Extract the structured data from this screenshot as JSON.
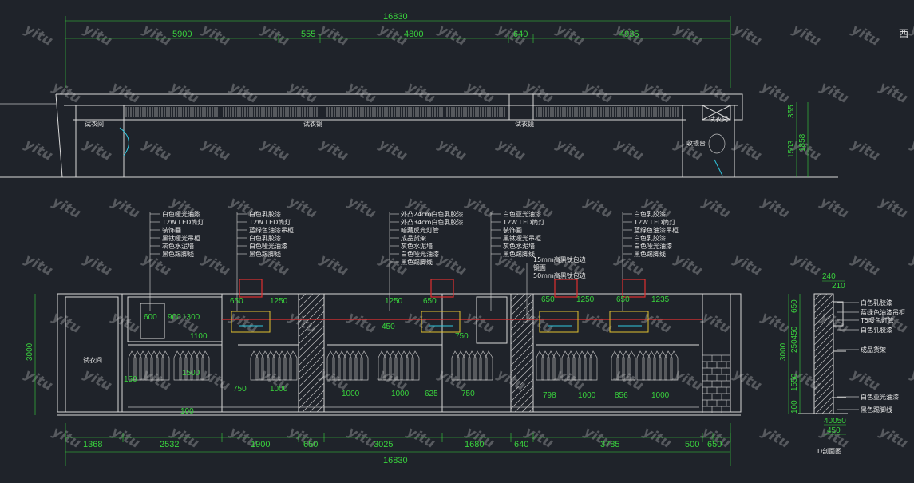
{
  "corner_label": "西",
  "plan": {
    "top_total": "16830",
    "top_segments": [
      "5900",
      "555",
      "4800",
      "640",
      "4935"
    ],
    "right_dims": [
      "355",
      "1503",
      "1858"
    ],
    "room_labels": [
      "试衣间",
      "试衣镜",
      "试衣镜",
      "收银台",
      "试衣间"
    ]
  },
  "callouts": [
    [
      "白色哑光油漆",
      "12W LED筒灯",
      "装饰画",
      "黑钛哑光吊柜",
      "灰色水泥墙",
      "黑色踢脚线"
    ],
    [
      "白色乳胶漆",
      "12W LED筒灯",
      "蓝绿色油漆吊柜",
      "白色乳胶漆",
      "白色哑光油漆",
      "黑色踢脚线"
    ],
    [
      "外凸24cm白色乳胶漆",
      "外凸34cm白色乳胶漆",
      "暗藏反光灯管",
      "成品货架",
      "灰色水泥墙",
      "白色哑光油漆",
      "黑色踢脚线"
    ],
    [
      "白色亚光油漆",
      "12W LED筒灯",
      "装饰画",
      "黑钛哑光吊柜",
      "灰色水泥墙",
      "黑色踢脚线"
    ],
    [
      "白色乳胶漆",
      "12W LED筒灯",
      "蓝绿色油漆吊柜",
      "白色乳胶漆",
      "白色哑光油漆",
      "黑色踢脚线"
    ]
  ],
  "mid_notes": [
    "15mm高黑钛包边",
    "镜面",
    "50mm高黑钛包边"
  ],
  "elevation": {
    "left_dim": "3000",
    "inner_dims": [
      "650",
      "1250",
      "600",
      "900",
      "1300",
      "1100",
      "1500",
      "750",
      "1000",
      "1250",
      "650",
      "450",
      "750",
      "1000",
      "1000",
      "625",
      "750",
      "650",
      "1250",
      "650",
      "1235",
      "798",
      "1000",
      "856",
      "1000",
      "150",
      "100"
    ],
    "fitting_room": "试衣间",
    "bottom_segments": [
      "1368",
      "2532",
      "1900",
      "650",
      "3025",
      "1680",
      "640",
      "3785",
      "500",
      "650"
    ],
    "bottom_total": "16830"
  },
  "section": {
    "top_dims": [
      "240",
      "210"
    ],
    "left_dims": [
      "3000",
      "650",
      "250450",
      "1550",
      "100"
    ],
    "notes": [
      "白色乳胶漆",
      "蓝绿色油漆吊柜",
      "T5暖色灯管",
      "白色乳胶漆",
      "成品货架",
      "白色亚光油漆",
      "黑色踢脚线"
    ],
    "bottom_dims": [
      "40050",
      "450"
    ],
    "title": "D剖面图"
  },
  "watermark": "yitu"
}
